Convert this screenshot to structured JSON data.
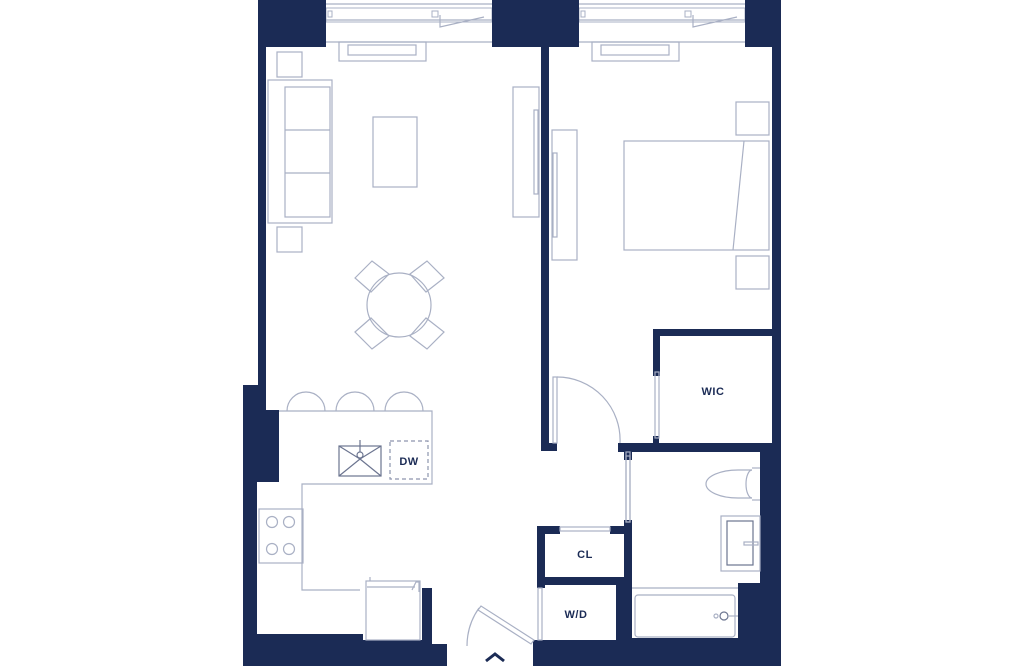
{
  "plan": {
    "colors": {
      "wall": "#1b2b55",
      "fixture_line": "#a9b0c4",
      "background": "#ffffff"
    },
    "rooms": {
      "walk_in_closet": "WIC",
      "dishwasher": "DW",
      "closet": "CL",
      "washer_dryer": "W/D"
    },
    "icons": {
      "entry": "chevron-up-icon"
    }
  }
}
